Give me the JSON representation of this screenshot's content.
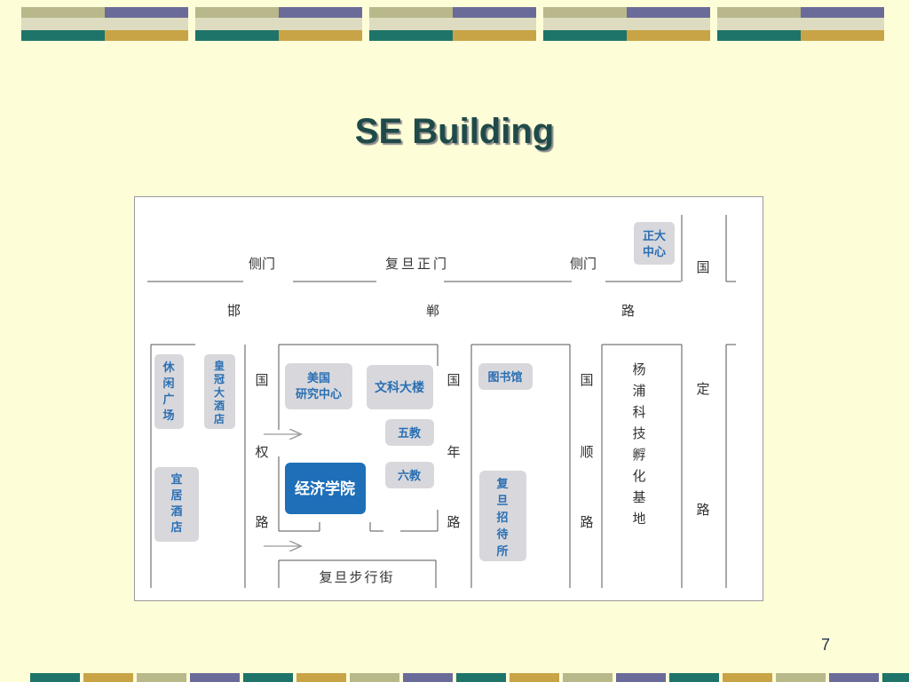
{
  "slide": {
    "title": "SE Building",
    "page_number": "7"
  },
  "colors": {
    "background": "#fdfdd8",
    "title": "#1f4a4a",
    "deco_olive": "#b8b88a",
    "deco_purple": "#6b6b9a",
    "deco_teal": "#1e7468",
    "deco_gold": "#c8a446",
    "deco_light": "#dedcc0",
    "map_line": "#555555",
    "map_box_fill": "#d8d8dc",
    "map_blue_text": "#2a6fb3",
    "highlight_fill": "#1e6fb8",
    "highlight_text": "#ffffff"
  },
  "map": {
    "gates": {
      "side_gate_left": "侧门",
      "main_gate": "复旦正门",
      "side_gate_right": "侧门"
    },
    "handan_road": [
      "邯",
      "郸",
      "路"
    ],
    "guoquan_road": [
      "国",
      "权",
      "路"
    ],
    "guonian_road": [
      "国",
      "年",
      "路"
    ],
    "guoshun_road": [
      "国",
      "顺",
      "路"
    ],
    "guoding_road": [
      "国",
      "定",
      "路"
    ],
    "zhengda_center": [
      "正大",
      "中心"
    ],
    "leisure_square": [
      "休",
      "闲",
      "广",
      "场"
    ],
    "crown_hotel": [
      "皇",
      "冠",
      "大",
      "酒",
      "店"
    ],
    "yiju_hotel": [
      "宜",
      "居",
      "酒",
      "店"
    ],
    "us_research_center": [
      "美国",
      "研究中心"
    ],
    "wenke_building": "文科大楼",
    "library": "图书馆",
    "fifth_teaching": "五教",
    "sixth_teaching": "六教",
    "economics_school": "经济学院",
    "fudan_hotel": [
      "复",
      "旦",
      "招",
      "待",
      "所"
    ],
    "yangpu_incubator": [
      "杨",
      "浦",
      "科",
      "技",
      "孵",
      "化",
      "基",
      "地"
    ],
    "fudan_street": "复旦步行街"
  }
}
